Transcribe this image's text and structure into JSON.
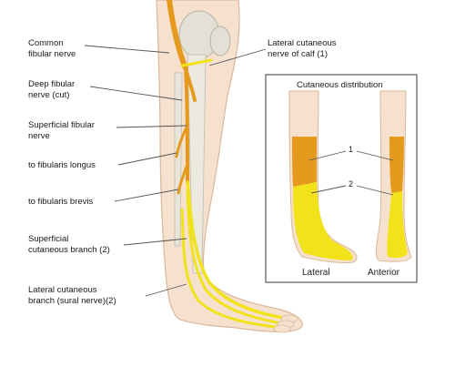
{
  "labels": {
    "common_fibular": [
      "Common",
      "fibular nerve"
    ],
    "deep_fibular": [
      "Deep fibular",
      "nerve (cut)"
    ],
    "superficial_fibular": [
      "Superficial fibular",
      "nerve"
    ],
    "to_longus": [
      "to fibularis longus"
    ],
    "to_brevis": [
      "to fibularis brevis"
    ],
    "superficial_cutaneous": [
      "Superficial",
      "cutaneous branch (2)"
    ],
    "lateral_sural": [
      "Lateral cutaneous",
      "branch (sural nerve)(2)"
    ],
    "lateral_calf": [
      "Lateral cutaneous",
      "nerve of calf (1)"
    ]
  },
  "inset": {
    "title": "Cutaneous distribution",
    "marker_1": "1",
    "marker_2": "2",
    "view_lateral": "Lateral",
    "view_anterior": "Anterior"
  },
  "colors": {
    "skin": "#f6e1cf",
    "skin_edge": "#d9b89a",
    "nerve_orange": "#e59a1e",
    "nerve_yellow": "#f2e21a",
    "bone": "#e3e1d6",
    "inset_border": "#7a7a7a"
  }
}
